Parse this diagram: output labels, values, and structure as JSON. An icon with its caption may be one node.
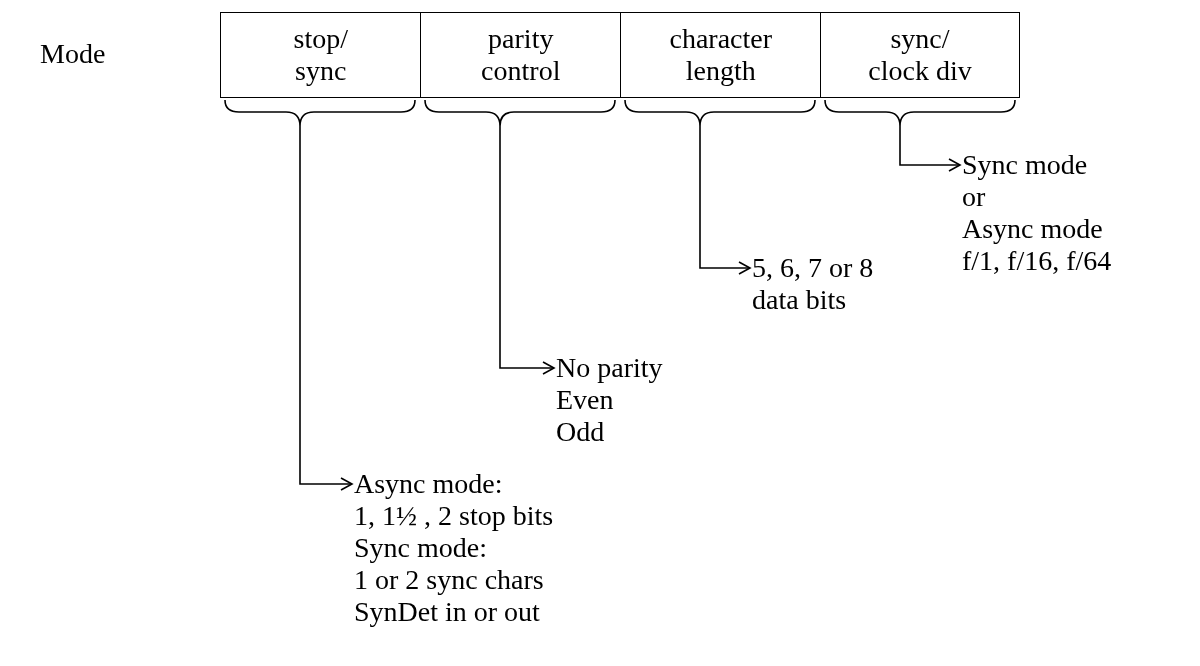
{
  "diagram": {
    "nodes": [
      {
        "text": [
          "stop/ sync"
        ]
      },
      {
        "text": [
          "parity control"
        ]
      },
      {
        "text": [
          "character length"
        ]
      },
      {
        "text": [
          "sync/ clock div"
        ]
      },
      {
        "text": [
          "Async mode:",
          "1, 1½ , 2 stop bits",
          "Sync mode:",
          "1 or 2 sync chars",
          "SynDet in or out"
        ]
      },
      {
        "text": [
          "No parity",
          "Even",
          "Odd"
        ]
      },
      {
        "text": [
          "5, 6, 7 or 8",
          "data bits"
        ]
      },
      {
        "text": [
          "Sync mode",
          "or",
          "Async mode",
          "f/1, f/16, f/64"
        ]
      }
    ],
    "edges": [
      {
        "from": 0,
        "to": 4,
        "arrow": "to"
      },
      {
        "from": 1,
        "to": 5,
        "arrow": "to"
      },
      {
        "from": 2,
        "to": 6,
        "arrow": "to"
      },
      {
        "from": 3,
        "to": 7,
        "arrow": "to"
      }
    ],
    "labels": [
      "Mode"
    ]
  }
}
